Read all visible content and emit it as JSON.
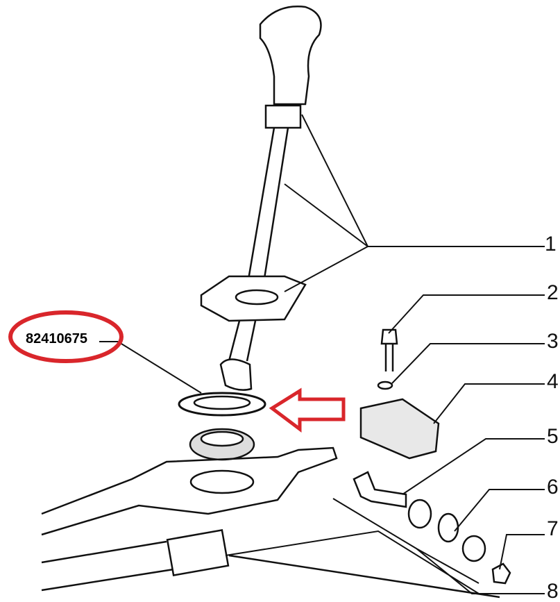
{
  "part_number": "82410675",
  "callouts": [
    "1",
    "2",
    "3",
    "4",
    "5",
    "6",
    "7",
    "8"
  ],
  "colors": {
    "highlight": "#d9262b",
    "line": "#111111"
  }
}
